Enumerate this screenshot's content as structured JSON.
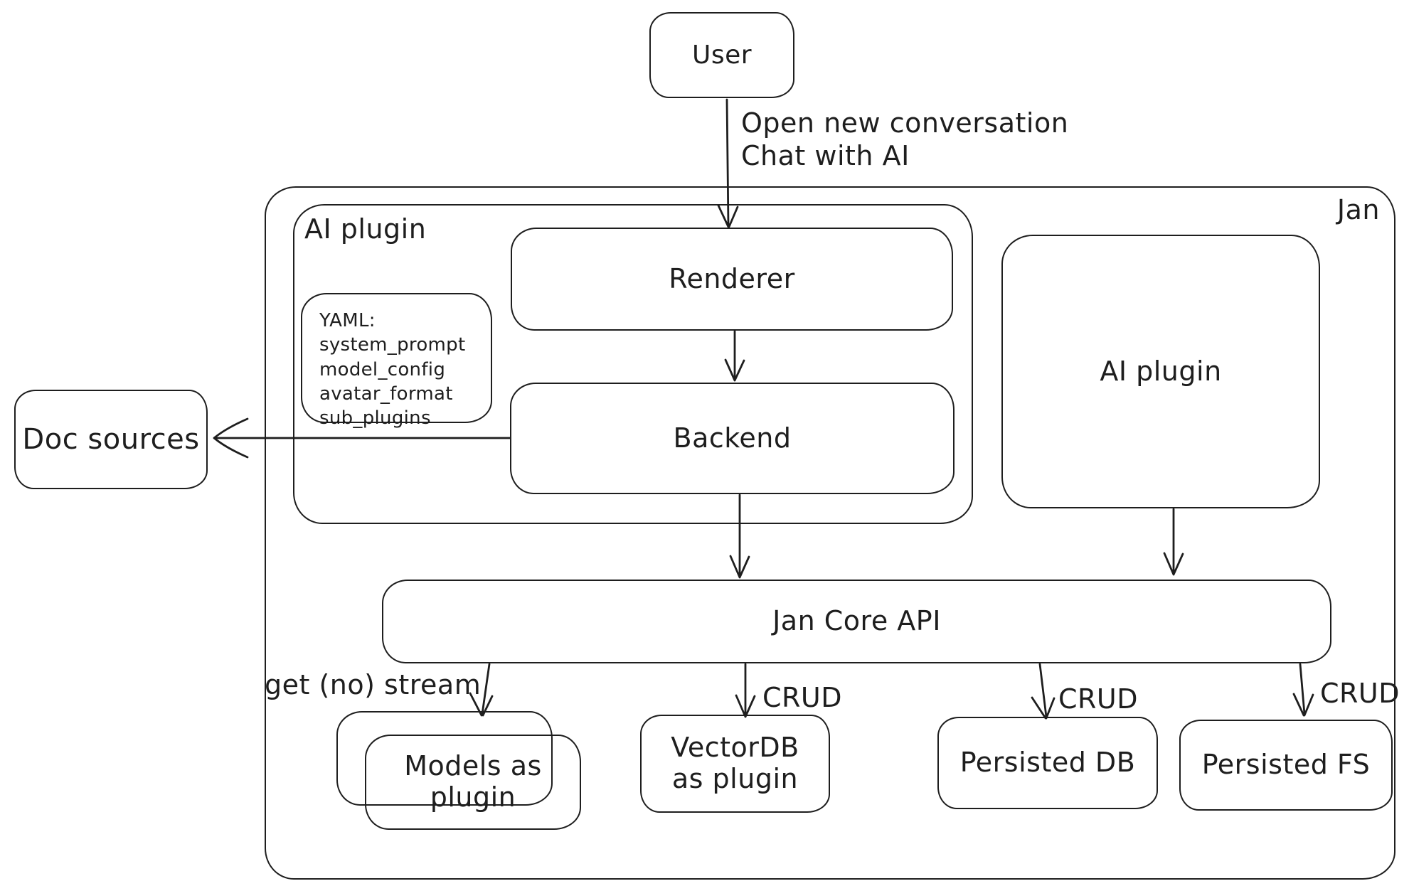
{
  "canvas": {
    "background": "#ffffff",
    "stroke_color": "#1e1e1e"
  },
  "nodes": {
    "user": {
      "label": "User"
    },
    "jan_container": {
      "label": "Jan"
    },
    "ai_plugin_group": {
      "label": "AI plugin"
    },
    "yaml_note": {
      "lines": [
        "YAML:",
        "system_prompt",
        "model_config",
        "avatar_format",
        "sub_plugins"
      ]
    },
    "renderer": {
      "label": "Renderer"
    },
    "backend": {
      "label": "Backend"
    },
    "doc_sources": {
      "label": "Doc sources"
    },
    "ai_plugin_box": {
      "label": "AI plugin"
    },
    "jan_core_api": {
      "label": "Jan Core API"
    },
    "models_plugin": {
      "label": "Models as plugin"
    },
    "vector_db": {
      "label": "VectorDB as plugin"
    },
    "persisted_db": {
      "label": "Persisted DB"
    },
    "persisted_fs": {
      "label": "Persisted FS"
    }
  },
  "edges": {
    "user_flow": {
      "label": [
        "Open new conversation",
        "Chat with AI"
      ]
    },
    "models_stream": {
      "label": "get (no) stream"
    },
    "vectordb_crud": {
      "label": "CRUD"
    },
    "persisted_db_crud": {
      "label": "CRUD"
    },
    "persisted_fs_crud": {
      "label": "CRUD"
    }
  }
}
